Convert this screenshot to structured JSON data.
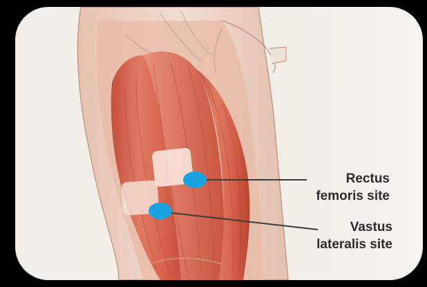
{
  "labels": {
    "rectus": {
      "line1": "Rectus",
      "line2": "femoris site"
    },
    "vastus": {
      "line1": "Vastus",
      "line2": "lateralis site"
    }
  },
  "colors": {
    "marker": "#1aa3e0",
    "muscle": "#d9644f",
    "skin": "#efd9cc",
    "background": "#f4efea",
    "frame": "#000000"
  }
}
